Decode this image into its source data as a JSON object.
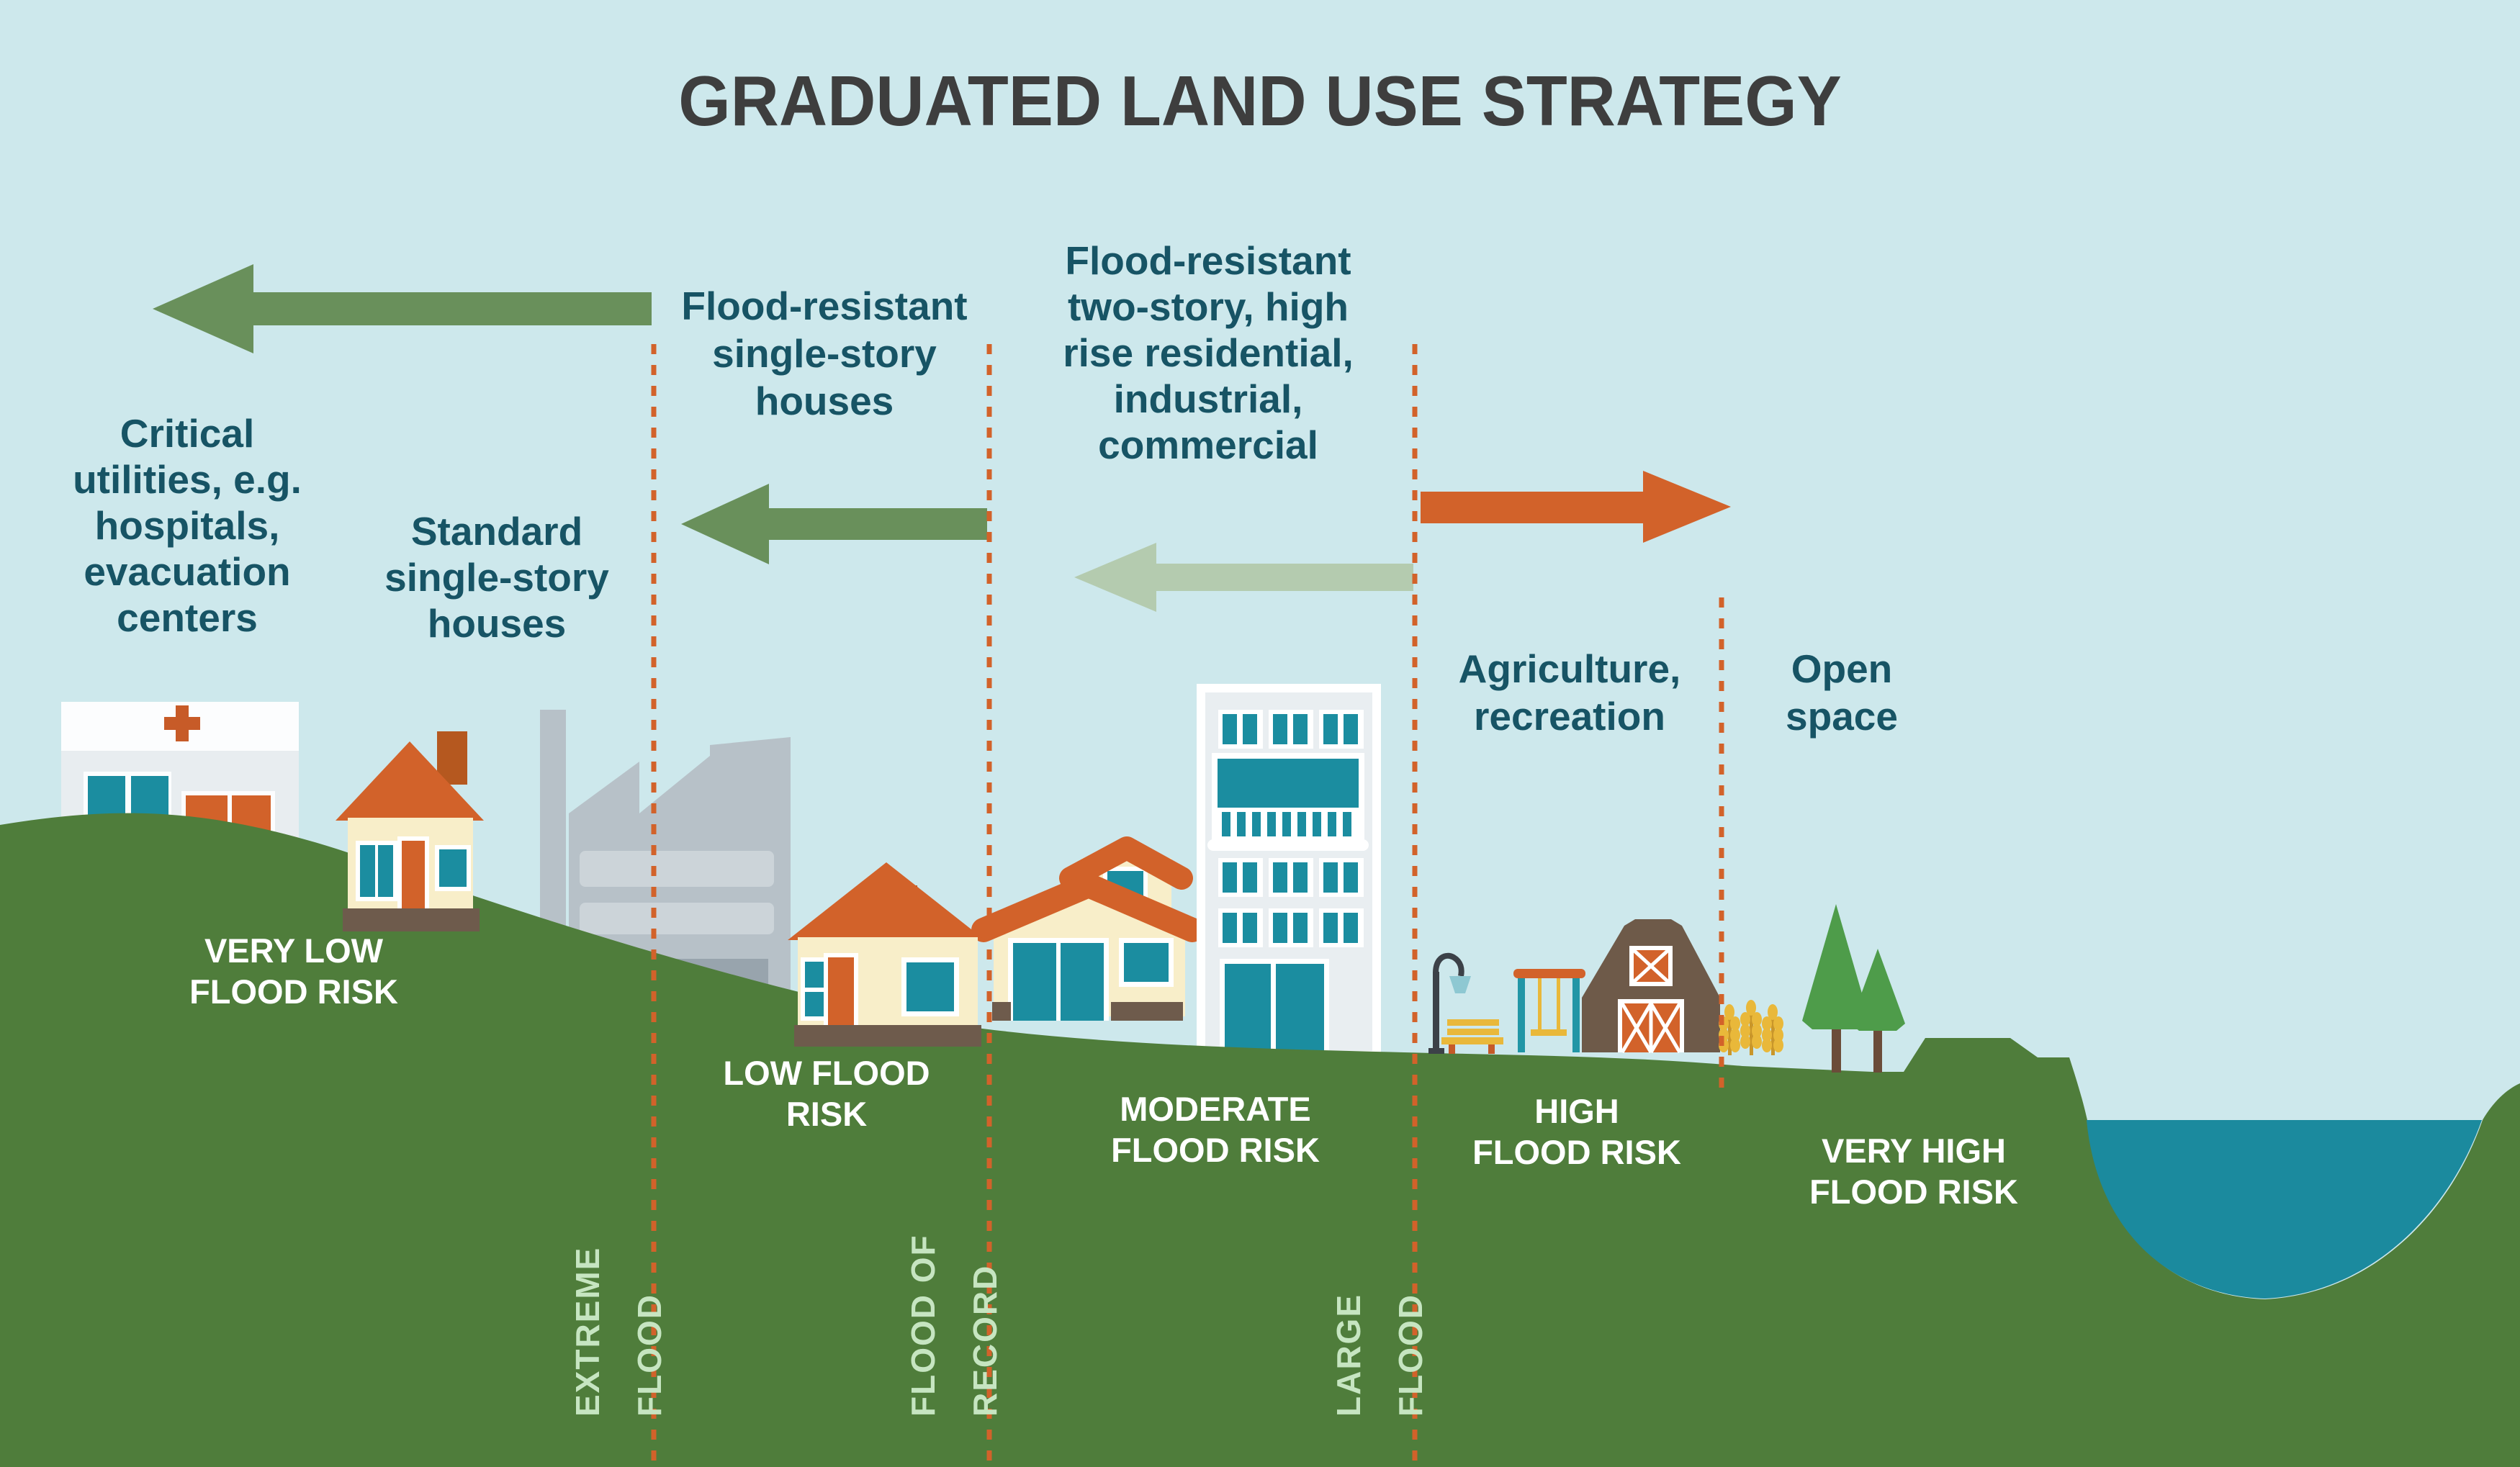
{
  "title": "GRADUATED LAND USE STRATEGY",
  "zones": {
    "critical": "Critical\nutilities, e.g.\nhospitals,\nevacuation\ncenters",
    "standard": "Standard\nsingle-story\nhouses",
    "flood_single": "Flood-resistant\nsingle-story\nhouses",
    "flood_multi": "Flood-resistant\ntwo-story, high\nrise residential,\nindustrial,\ncommercial",
    "agriculture": "Agriculture,\nrecreation",
    "open_space": "Open\nspace"
  },
  "risk_labels": {
    "very_low": "VERY LOW\nFLOOD RISK",
    "low": "LOW FLOOD\nRISK",
    "moderate": "MODERATE\nFLOOD RISK",
    "high": "HIGH\nFLOOD RISK",
    "very_high": "VERY HIGH\nFLOOD RISK"
  },
  "flood_markers": [
    {
      "left_word": "EXTREME",
      "right_word": "FLOOD"
    },
    {
      "left_word": "FLOOD OF",
      "right_word": "RECORD"
    },
    {
      "left_word": "LARGE",
      "right_word": "FLOOD"
    }
  ],
  "icons": {
    "hospital-icon": "white building with orange cross",
    "standard-house-icon": "single-story house with orange roof",
    "factory-icon": "gray industrial building with sawtooth roof",
    "small-house-icon": "single-story house with orange roof",
    "flood-resistant-house-icon": "raised house with wide orange roof",
    "high-rise-icon": "white multi-story building with teal windows",
    "street-lamp-icon": "curved street lamp",
    "bench-icon": "yellow park bench",
    "swing-icon": "swing set",
    "barn-icon": "brown barn with orange doors",
    "wheat-icon": "golden wheat stalks",
    "tree-icon": "conifer trees",
    "left-arrow-icon": "green arrow pointing left",
    "right-arrow-icon": "orange arrow pointing right"
  },
  "colors": {
    "sky": "#cde8ec",
    "hill_green": "#4f7d3b",
    "water_teal": "#1b8a9e",
    "label_dark_teal": "#175465",
    "risk_label_white": "#ffffff",
    "marker_light_green": "#c6e5c1",
    "flood_line_orange": "#d2622a",
    "arrow_green": "#69905b",
    "arrow_pale_green": "#b4cbaf",
    "arrow_orange": "#d2622a",
    "roof_orange": "#d2622a",
    "wall_cream": "#f8eec9",
    "window_teal": "#1b8da0",
    "title_gray": "#3e3e3e"
  }
}
